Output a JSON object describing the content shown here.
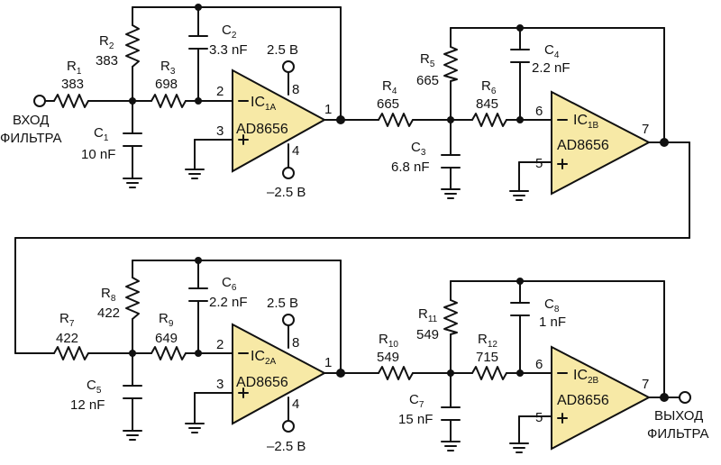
{
  "input_label": [
    "ВХОД",
    "ФИЛЬТРА"
  ],
  "output_label": [
    "ВЫХОД",
    "ФИЛЬТРА"
  ],
  "opamps": [
    {
      "base": "IC",
      "sub": "1A",
      "part": "AD8656",
      "inv_pin": "2",
      "noninv_pin": "3",
      "out_pin": "1",
      "vpos_pin": "8",
      "vneg_pin": "4",
      "vpos": "2.5 В",
      "vneg": "–2.5 В"
    },
    {
      "base": "IC",
      "sub": "1B",
      "part": "AD8656",
      "inv_pin": "6",
      "noninv_pin": "5",
      "out_pin": "7"
    },
    {
      "base": "IC",
      "sub": "2A",
      "part": "AD8656",
      "inv_pin": "2",
      "noninv_pin": "3",
      "out_pin": "1",
      "vpos_pin": "8",
      "vneg_pin": "4",
      "vpos": "2.5 В",
      "vneg": "–2.5 В"
    },
    {
      "base": "IC",
      "sub": "2B",
      "part": "AD8656",
      "inv_pin": "6",
      "noninv_pin": "5",
      "out_pin": "7"
    }
  ],
  "components": {
    "R1": {
      "base": "R",
      "sub": "1",
      "value": "383"
    },
    "R2": {
      "base": "R",
      "sub": "2",
      "value": "383"
    },
    "R3": {
      "base": "R",
      "sub": "3",
      "value": "698"
    },
    "C1": {
      "base": "C",
      "sub": "1",
      "value": "10 nF"
    },
    "C2": {
      "base": "C",
      "sub": "2",
      "value": "3.3 nF"
    },
    "R4": {
      "base": "R",
      "sub": "4",
      "value": "665"
    },
    "R5": {
      "base": "R",
      "sub": "5",
      "value": "665"
    },
    "R6": {
      "base": "R",
      "sub": "6",
      "value": "845"
    },
    "C3": {
      "base": "C",
      "sub": "3",
      "value": "6.8 nF"
    },
    "C4": {
      "base": "C",
      "sub": "4",
      "value": "2.2 nF"
    },
    "R7": {
      "base": "R",
      "sub": "7",
      "value": "422"
    },
    "R8": {
      "base": "R",
      "sub": "8",
      "value": "422"
    },
    "R9": {
      "base": "R",
      "sub": "9",
      "value": "649"
    },
    "C5": {
      "base": "C",
      "sub": "5",
      "value": "12 nF"
    },
    "C6": {
      "base": "C",
      "sub": "6",
      "value": "2.2 nF"
    },
    "R10": {
      "base": "R",
      "sub": "10",
      "value": "549"
    },
    "R11": {
      "base": "R",
      "sub": "11",
      "value": "549"
    },
    "R12": {
      "base": "R",
      "sub": "12",
      "value": "715"
    },
    "C7": {
      "base": "C",
      "sub": "7",
      "value": "15 nF"
    },
    "C8": {
      "base": "C",
      "sub": "8",
      "value": "1 nF"
    }
  }
}
